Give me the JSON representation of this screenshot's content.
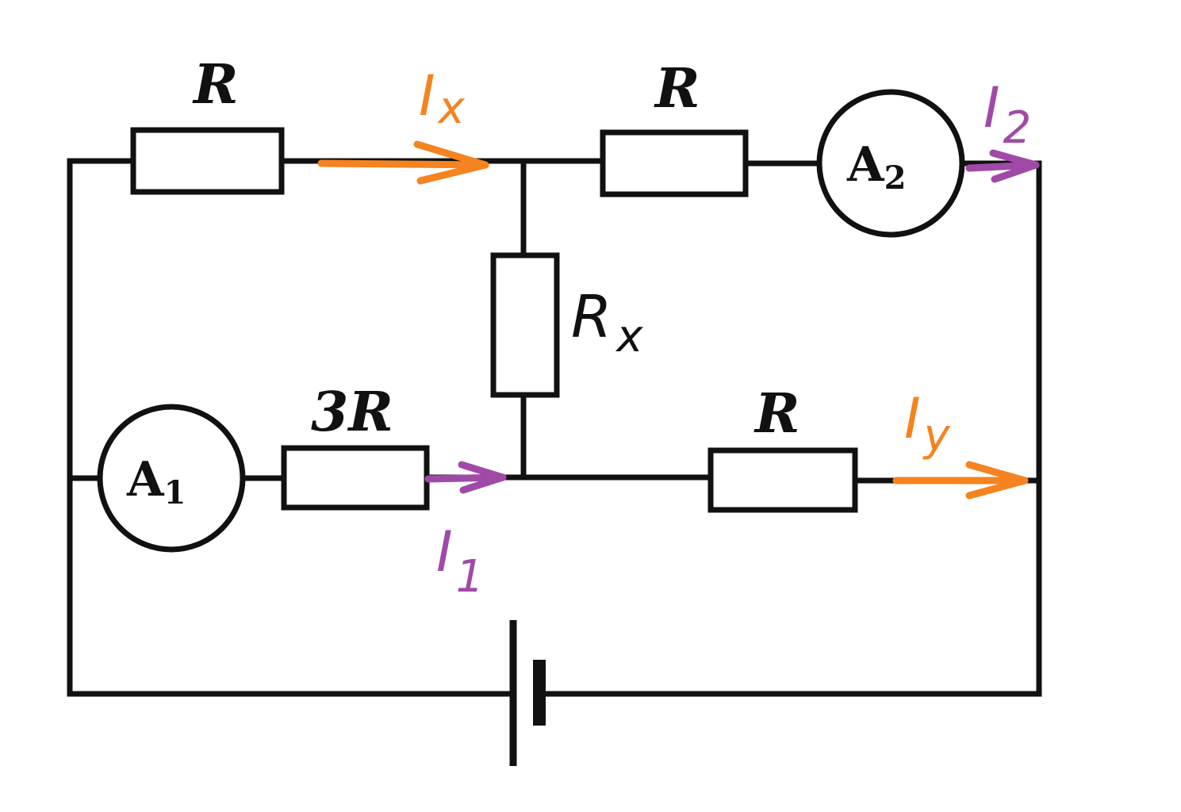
{
  "colors": {
    "wire": "#111111",
    "current_orange": "#f5831f",
    "current_purple": "#a04aa8"
  },
  "components": {
    "r_top_left": {
      "label": "R"
    },
    "r_top_right": {
      "label": "R"
    },
    "r_x": {
      "label": "R",
      "sub": "x"
    },
    "r_bottom_left": {
      "label": "3R"
    },
    "r_bottom_right": {
      "label": "R"
    },
    "ammeter_1": {
      "label": "A",
      "sub": "1"
    },
    "ammeter_2": {
      "label": "A",
      "sub": "2"
    },
    "battery": {}
  },
  "currents": {
    "i_x": {
      "label": "I",
      "sub": "x",
      "color": "#f5831f"
    },
    "i_2": {
      "label": "I",
      "sub": "2",
      "color": "#a04aa8"
    },
    "i_y": {
      "label": "I",
      "sub": "y",
      "color": "#f5831f"
    },
    "i_1": {
      "label": "I",
      "sub": "1",
      "color": "#a04aa8"
    }
  }
}
